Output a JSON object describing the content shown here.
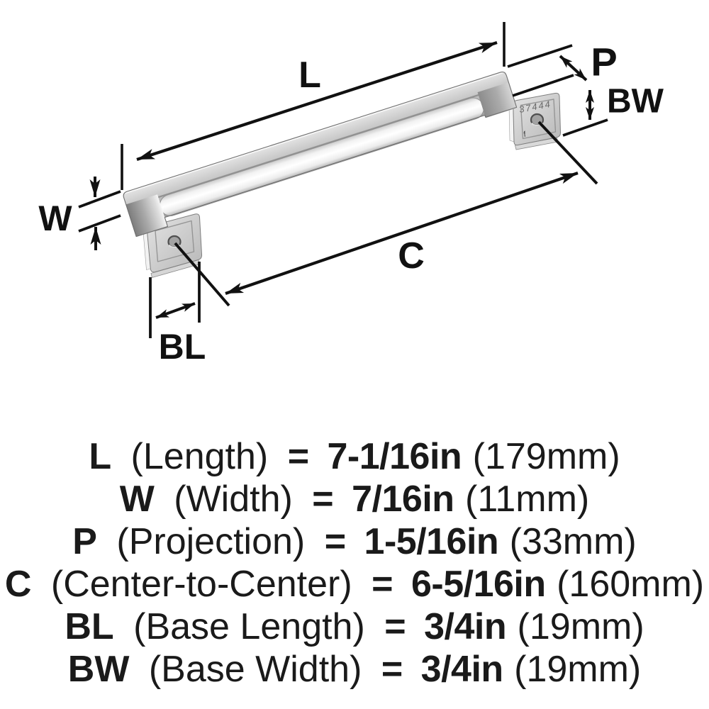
{
  "diagram": {
    "dimension_labels": {
      "L": "L",
      "W": "W",
      "P": "P",
      "C": "C",
      "BL": "BL",
      "BW": "BW"
    },
    "engraving": {
      "model_number": "37444",
      "mark": "f"
    },
    "colors": {
      "dimension_line": "#111111",
      "metal_highlight": "#ffffff",
      "metal_light": "#d2d2d2",
      "metal_mid": "#aaaaaa",
      "metal_dark": "#7d7d7d",
      "background": "#ffffff"
    }
  },
  "specs": [
    {
      "symbol": "L",
      "label": "(Length)",
      "eq": "=",
      "imperial": "7-1/16in",
      "metric": "(179mm)"
    },
    {
      "symbol": "W",
      "label": "(Width)",
      "eq": "=",
      "imperial": "7/16in",
      "metric": "(11mm)"
    },
    {
      "symbol": "P",
      "label": "(Projection)",
      "eq": "=",
      "imperial": "1-5/16in",
      "metric": "(33mm)"
    },
    {
      "symbol": "C",
      "label": "(Center-to-Center)",
      "eq": "=",
      "imperial": "6-5/16in",
      "metric": "(160mm)"
    },
    {
      "symbol": "BL",
      "label": "(Base Length)",
      "eq": "=",
      "imperial": "3/4in",
      "metric": "(19mm)"
    },
    {
      "symbol": "BW",
      "label": "(Base Width)",
      "eq": "=",
      "imperial": "3/4in",
      "metric": "(19mm)"
    }
  ]
}
